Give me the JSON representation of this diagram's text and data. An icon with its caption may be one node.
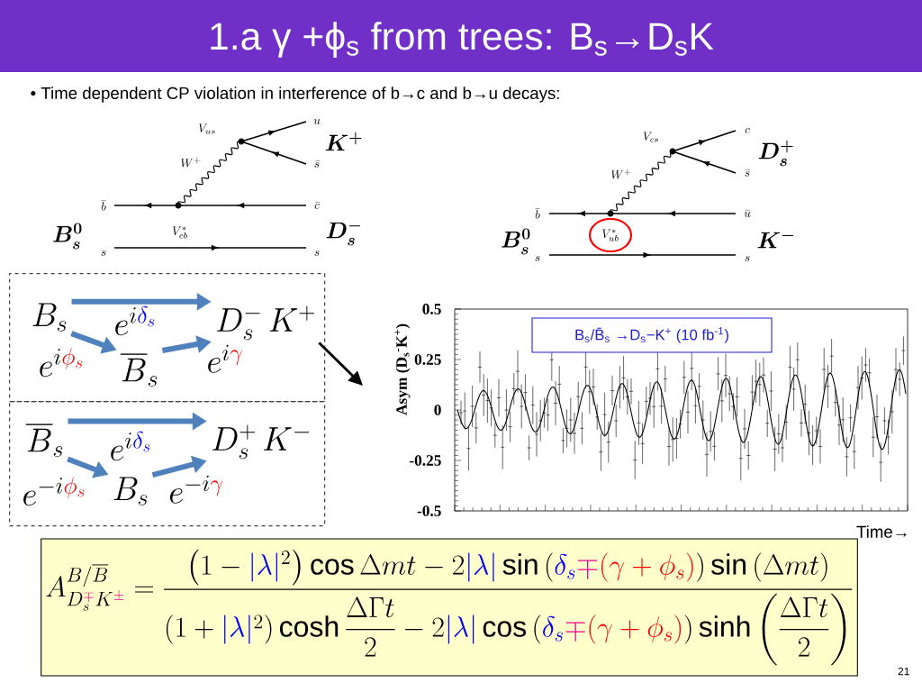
{
  "diagram": {
    "title": "1.a  γ +ϕ$_{s}$ from trees: B$_{s}$→D$_{s}$K",
    "nodes": [
      {
        "text": [
          "V^*_{ub}"
        ]
      },
      {
        "text": [],
        "shape": "box"
      },
      {
        "text": [
          "B_s"
        ],
        "in": 1
      },
      {
        "text": [
          "\\overline{B}_s"
        ],
        "in": 1
      },
      {
        "text": [
          "D^-_s\\,K^+"
        ],
        "in": 1
      },
      {
        "text": [],
        "shape": "box"
      },
      {
        "text": [
          "\\overline{B}_s"
        ],
        "in": 5
      },
      {
        "text": [
          "B_s"
        ],
        "in": 5
      },
      {
        "text": [
          "D^+_s\\,K^-"
        ],
        "in": 5
      },
      {
        "text": [
          "B$_{s}$/B̄$_{s}$ →D$_{s}$−K$^{+}$  (10 fb$^{-1}$)"
        ]
      },
      {
        "text": [
          "A^{B/\\overline{B}}_{D_s^{\\textcolor{magenta}{\\mp}}K^{\\textcolor{magenta}{\\pm}}}=\\frac{\\left(1-\\textcolor{blue}{|\\lambda|}^2\\right)\\cos\\Delta m t-2\\textcolor{blue}{|\\lambda|}\\sin\\left(\\textcolor{blue}{\\delta_s}\\textcolor{magenta}{\\mp}\\textcolor{red}{(\\gamma+\\phi_s)}\\right)\\sin\\left(\\Delta m t\\right)}{\\left(1+\\textcolor{blue}{|\\lambda|}^2\\right)\\cosh\\dfrac{\\Delta\\Gamma t}{2}-2\\textcolor{blue}{|\\lambda|}\\cos\\left(\\textcolor{blue}{\\delta_s}\\textcolor{magenta}{\\mp}\\textcolor{red}{(\\gamma+\\phi_s)}\\right)\\sinh\\left(\\dfrac{\\Delta\\Gamma t}{2}\\right)}"
        ]
      }
    ],
    "edges": [
      {
        "from": 2,
        "to": 4,
        "arrow": "to",
        "label": "e^{i\\textcolor{blue}{\\delta_s}}"
      },
      {
        "from": 2,
        "to": 3,
        "arrow": "to",
        "label": "e^{i\\textcolor{red}{\\phi_s}}"
      },
      {
        "from": 3,
        "to": 4,
        "arrow": "to",
        "label": "e^{i\\textcolor{red}{\\gamma}}"
      },
      {
        "from": 6,
        "to": 8,
        "arrow": "to",
        "label": "e^{i\\textcolor{blue}{\\delta_s}}"
      },
      {
        "from": 6,
        "to": 7,
        "arrow": "to",
        "label": "e^{-i\\textcolor{red}{\\phi_s}}"
      },
      {
        "from": 7,
        "to": 8,
        "arrow": "to",
        "label": "e^{-i\\textcolor{red}{\\gamma}}"
      },
      {
        "from": 4,
        "to": null,
        "arrow": "to",
        "color": "#000000"
      }
    ],
    "labels": [
      "• Time dependent CP violation in interference of b→c and b→u decays:",
      "V_{us}",
      "u",
      "\\boldsymbol{K^+}",
      "W^+",
      "\\bar{s}",
      "\\bar{b}",
      "\\bar{c}",
      "V^*_{cb}",
      "\\boldsymbol{B^0_s}",
      "\\boldsymbol{D^-_s}",
      "s",
      "s",
      "V_{cs}",
      "c",
      "\\boldsymbol{D^+_s}",
      "W^+",
      "\\bar{s}",
      "\\bar{b}",
      "\\bar{u}",
      "\\boldsymbol{B^0_s}",
      "\\boldsymbol{K^-}",
      "s",
      "s",
      "0.5",
      "0.25",
      "0",
      "-0.25",
      "-0.5",
      "Asym (D$_{s}$$^{-}$K$^{+}$)",
      "Time→",
      "21"
    ]
  }
}
